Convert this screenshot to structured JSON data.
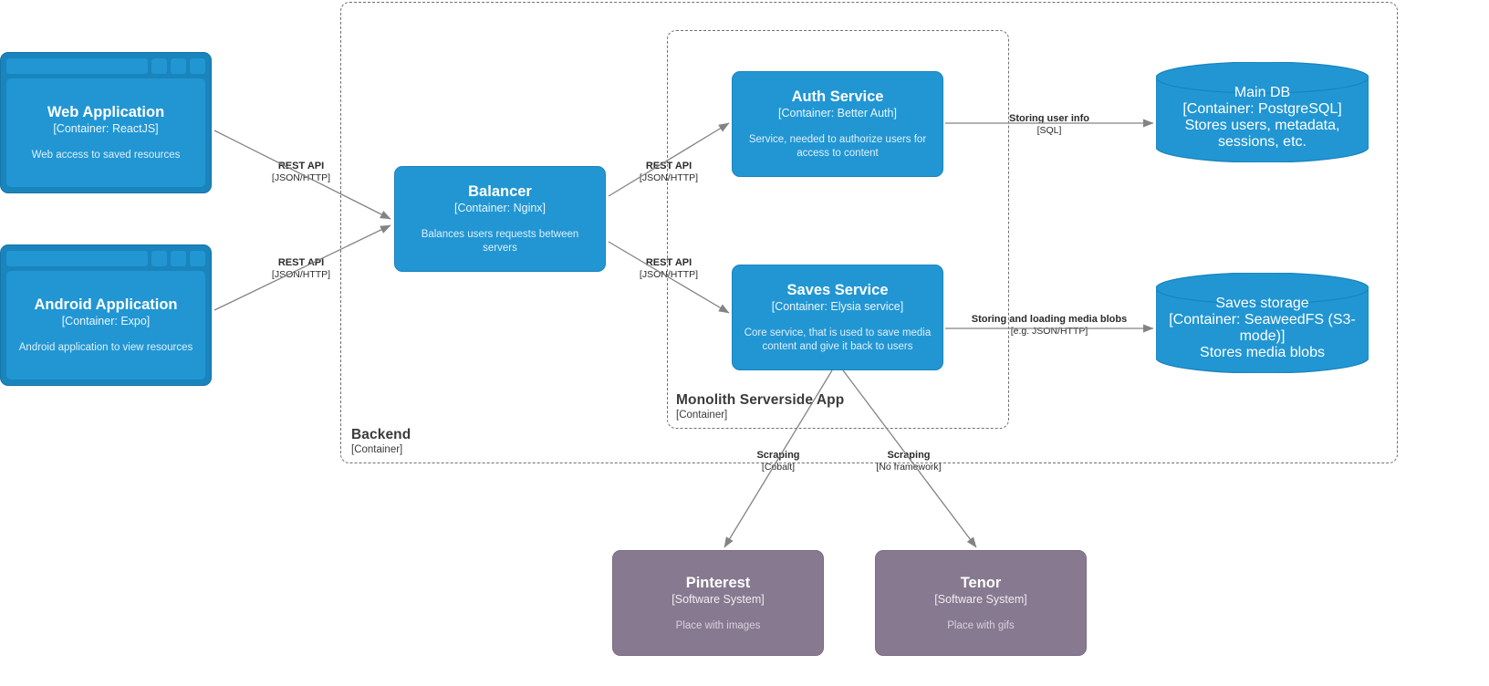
{
  "diagram": {
    "type": "c4-container-diagram",
    "colors": {
      "container": "#2196d3",
      "container_frame": "#1a84bd",
      "external_system": "#87798f",
      "boundary_border": "#707070",
      "edge_line": "#838383",
      "text_light": "#ffffff",
      "text_dark": "#2b2b2b"
    }
  },
  "boundaries": [
    {
      "id": "backend",
      "name": "Backend",
      "tech": "[Container]"
    },
    {
      "id": "monolith",
      "name": "Monolith Serverside App",
      "tech": "[Container]"
    }
  ],
  "nodes": [
    {
      "id": "web-application",
      "name": "Web Application",
      "tech": "[Container: ReactJS]",
      "description": "Web access to saved resources",
      "shape": "browser-window",
      "kind": "container"
    },
    {
      "id": "android-application",
      "name": "Android Application",
      "tech": "[Container: Expo]",
      "description": "Android application to view resources",
      "shape": "browser-window",
      "kind": "container"
    },
    {
      "id": "balancer",
      "name": "Balancer",
      "tech": "[Container: Nginx]",
      "description": "Balances users requests between servers",
      "shape": "rounded-rect",
      "kind": "container"
    },
    {
      "id": "auth-service",
      "name": "Auth Service",
      "tech": "[Container: Better Auth]",
      "description": "Service, needed to authorize users for access to content",
      "shape": "rounded-rect",
      "kind": "container"
    },
    {
      "id": "saves-service",
      "name": "Saves Service",
      "tech": "[Container: Elysia service]",
      "description": "Core service, that is used to save media content and give it back to users",
      "shape": "rounded-rect",
      "kind": "container"
    },
    {
      "id": "main-db",
      "name": "Main DB",
      "tech": "[Container: PostgreSQL]",
      "description": "Stores users, metadata, sessions, etc.",
      "shape": "cylinder",
      "kind": "database"
    },
    {
      "id": "saves-storage",
      "name": "Saves storage",
      "tech": "[Container: SeaweedFS (S3-mode)]",
      "description": "Stores media blobs",
      "shape": "cylinder",
      "kind": "database"
    },
    {
      "id": "pinterest",
      "name": "Pinterest",
      "tech": "[Software System]",
      "description": "Place with images",
      "shape": "rounded-rect",
      "kind": "external-system"
    },
    {
      "id": "tenor",
      "name": "Tenor",
      "tech": "[Software System]",
      "description": "Place with gifs",
      "shape": "rounded-rect",
      "kind": "external-system"
    }
  ],
  "edges": [
    {
      "id": "web-to-balancer",
      "from": "web-application",
      "to": "balancer",
      "label": "REST API",
      "tech": "[JSON/HTTP]"
    },
    {
      "id": "android-to-balancer",
      "from": "android-application",
      "to": "balancer",
      "label": "REST API",
      "tech": "[JSON/HTTP]"
    },
    {
      "id": "balancer-to-auth",
      "from": "balancer",
      "to": "auth-service",
      "label": "REST API",
      "tech": "[JSON/HTTP]"
    },
    {
      "id": "balancer-to-saves",
      "from": "balancer",
      "to": "saves-service",
      "label": "REST API",
      "tech": "[JSON/HTTP]"
    },
    {
      "id": "auth-to-maindb",
      "from": "auth-service",
      "to": "main-db",
      "label": "Storing user info",
      "tech": "[SQL]"
    },
    {
      "id": "saves-to-storage",
      "from": "saves-service",
      "to": "saves-storage",
      "label": "Storing and loading media blobs",
      "tech": "[e.g. JSON/HTTP]"
    },
    {
      "id": "saves-to-pinterest",
      "from": "saves-service",
      "to": "pinterest",
      "label": "Scraping",
      "tech": "[Cobalt]"
    },
    {
      "id": "saves-to-tenor",
      "from": "saves-service",
      "to": "tenor",
      "label": "Scraping",
      "tech": "[No framework]"
    }
  ]
}
